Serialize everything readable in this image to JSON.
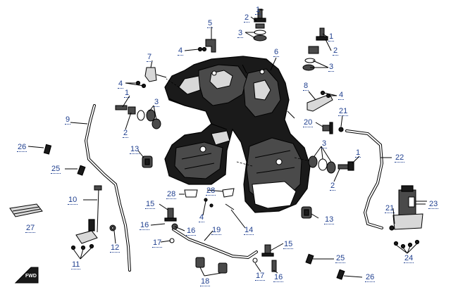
{
  "callouts": [
    {
      "id": "c1a",
      "text": "1"
    },
    {
      "id": "c2a",
      "text": "2"
    },
    {
      "id": "c3a",
      "text": "3"
    },
    {
      "id": "c4a",
      "text": "4"
    },
    {
      "id": "c5",
      "text": "5"
    },
    {
      "id": "c6",
      "text": "6"
    },
    {
      "id": "c1b",
      "text": "1"
    },
    {
      "id": "c2b",
      "text": "2"
    },
    {
      "id": "c3b",
      "text": "3"
    },
    {
      "id": "c7",
      "text": "7"
    },
    {
      "id": "c4b",
      "text": "4"
    },
    {
      "id": "c8",
      "text": "8"
    },
    {
      "id": "c4c",
      "text": "4"
    },
    {
      "id": "c1c",
      "text": "1"
    },
    {
      "id": "c3c",
      "text": "3"
    },
    {
      "id": "c2c",
      "text": "2"
    },
    {
      "id": "c9",
      "text": "9"
    },
    {
      "id": "c21a",
      "text": "21"
    },
    {
      "id": "c20",
      "text": "20"
    },
    {
      "id": "c26a",
      "text": "26"
    },
    {
      "id": "c13a",
      "text": "13"
    },
    {
      "id": "c3d",
      "text": "3"
    },
    {
      "id": "c1d",
      "text": "1"
    },
    {
      "id": "c22",
      "text": "22"
    },
    {
      "id": "c25a",
      "text": "25"
    },
    {
      "id": "c2d",
      "text": "2"
    },
    {
      "id": "c28a",
      "text": "28"
    },
    {
      "id": "c28b",
      "text": "28"
    },
    {
      "id": "c10",
      "text": "10"
    },
    {
      "id": "c15a",
      "text": "15"
    },
    {
      "id": "c23",
      "text": "23"
    },
    {
      "id": "c4d",
      "text": "4"
    },
    {
      "id": "c21b",
      "text": "21"
    },
    {
      "id": "c27",
      "text": "27"
    },
    {
      "id": "c16a",
      "text": "16"
    },
    {
      "id": "c16b",
      "text": "16"
    },
    {
      "id": "c14",
      "text": "14"
    },
    {
      "id": "c13b",
      "text": "13"
    },
    {
      "id": "c19",
      "text": "19"
    },
    {
      "id": "c12",
      "text": "12"
    },
    {
      "id": "c17a",
      "text": "17"
    },
    {
      "id": "c15b",
      "text": "15"
    },
    {
      "id": "c11",
      "text": "11"
    },
    {
      "id": "c24",
      "text": "24"
    },
    {
      "id": "c25b",
      "text": "25"
    },
    {
      "id": "c18",
      "text": "18"
    },
    {
      "id": "c17b",
      "text": "17"
    },
    {
      "id": "c16c",
      "text": "16"
    },
    {
      "id": "c26b",
      "text": "26"
    }
  ],
  "fwd_badge": "FWD"
}
